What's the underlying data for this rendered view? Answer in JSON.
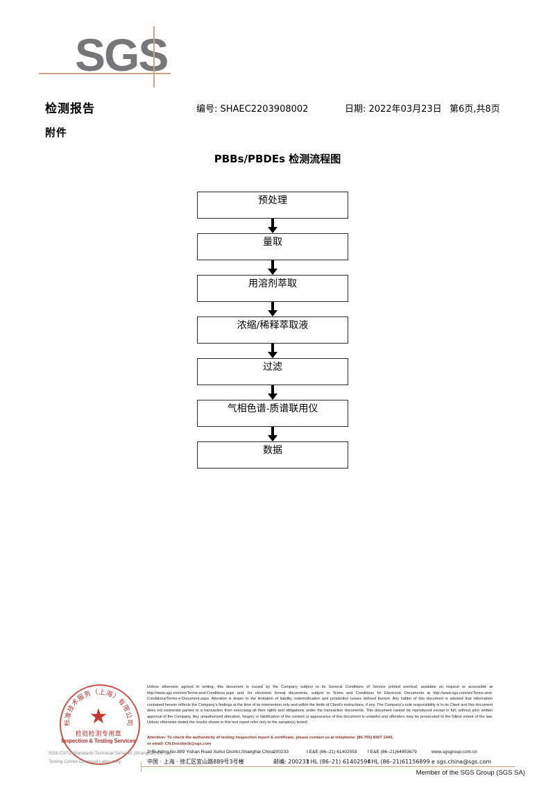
{
  "logo": {
    "text": "SGS"
  },
  "header": {
    "title": "检测报告",
    "subtitle": "附件",
    "report_no": "编号: SHAEC2203908002",
    "date": "日期: 2022年03月23日",
    "page": "第6页,共8页"
  },
  "flowchart": {
    "title": "PBBs/PBDEs 检测流程图",
    "nodes": [
      {
        "label": "预处理"
      },
      {
        "label": "量取"
      },
      {
        "label": "用溶剂萃取"
      },
      {
        "label": "浓缩/稀释萃取液"
      },
      {
        "label": "过滤"
      },
      {
        "label": "气相色谱-质谱联用仪"
      },
      {
        "label": "数据"
      }
    ]
  },
  "stamp": {
    "cn_text": "检验检测专用章",
    "en_text": "Inspection & Testing Services",
    "arc_top": "标准技术服务（上海）有限公司",
    "caption_line1": "SGS-CSTC Standards Technical Services (Shanghai) Co.,Ltd.",
    "caption_line2": "Testing Center-Chemical Laboratory."
  },
  "footer": {
    "legal_paragraph": "Unless otherwise agreed in writing, this document is issued by the Company subject to its General Conditions of Service printed overleaf, available on request or accessible at http://www.sgs.com/en/Terms-and-Conditions.aspx and, for electronic format documents, subject to Terms and Conditions for Electronic Documents at http://www.sgs.com/en/Terms-and-Conditions/Terms-e-Document.aspx. Attention is drawn to the limitation of liability, indemnification and jurisdiction issues defined therein. Any holder of this document is advised that information contained hereon reflects the Company's findings at the time of its intervention only and within the limits of Client's instructions, if any. The Company's sole responsibility is to its Client and this document does not exonerate parties to a transaction from exercising all their rights and obligations under the transaction documents. This document cannot be reproduced except in full, without prior written approval of the Company. Any unauthorized alteration, forgery or falsification of the content or appearance of this document is unlawful and offenders may be prosecuted to the fullest extent of the law. Unless otherwise stated the results shown in this test report refer only to the sample(s) tested .",
    "attention_line1": "Attention: To check the authenticity of testing /inspection report & certificate, please contact us at telephone: (86-755) 8307 1443,",
    "attention_line2": "or email: CN.Doccheck@sgs.com",
    "address_en": "3ʳᵈBuilding,No.889 Yishan Road Xuhui District,Shanghai China",
    "address_cn": "中国 · 上海 · 徐汇区宜山路889号3号楼",
    "zip_en": "200233",
    "zip_cn": "邮编: 200233",
    "tel_ee": "t E&E (86–21) 61402553",
    "fax_ee": "f E&E (86–21)64953679",
    "website": "www.sgsgroup.com.cn",
    "tel_hl": "t HL (86–21) 61402594",
    "fax_hl": "f HL (86–21)61156899",
    "email": "e  sgs.china@sgs.com",
    "member": "Member of the SGS Group (SGS SA)"
  },
  "colors": {
    "logo_gray": "#77777a",
    "rule_tan": "#cda582",
    "stamp_red": "#c0392b",
    "attention_red": "#8c2f23"
  }
}
